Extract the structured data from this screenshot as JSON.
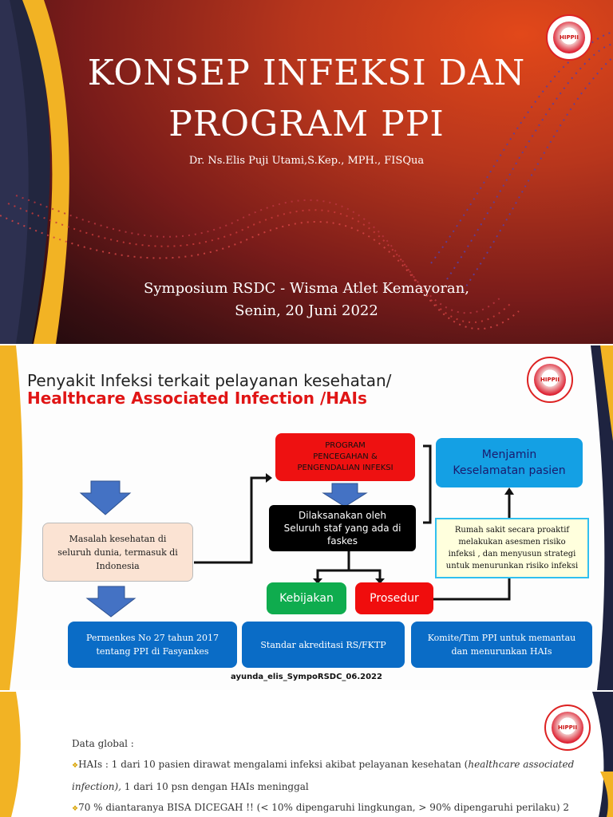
{
  "slide1": {
    "title_line1": "KONSEP INFEKSI DAN",
    "title_line2": "PROGRAM PPI",
    "author": "Dr. Ns.Elis Puji Utami,S.Kep., MPH., FISQua",
    "event_line1": "Symposium  RSDC - Wisma Atlet Kemayoran,",
    "event_line2": "Senin, 20  Juni 2022",
    "logo_text": "HIPPII"
  },
  "slide2": {
    "title_line1": "Penyakit Infeksi terkait pelayanan kesehatan/",
    "title_line2": "Healthcare Associated Infection /HAIs",
    "program_box": "PROGRAM\nPENCEGAHAN &\nPENGENDALIAN INFEKSI",
    "menjamin_box": "Menjamin\nKeselamatan pasien",
    "dilaksanakan_box": "Dilaksanakan oleh\nSeluruh staf yang ada di\nfaskes",
    "masalah_box": "Masalah kesehatan di\nseluruh  dunia, termasuk di\nIndonesia",
    "rumah_sakit_box": "Rumah sakit secara proaktif\nmelakukan asesmen risiko\ninfeksi , dan menyusun strategi\nuntuk menurunkan risiko infeksi",
    "kebijakan_box": "Kebijakan",
    "prosedur_box": "Prosedur",
    "bottom_boxes": [
      "Permenkes No 27 tahun 2017\ntentang PPI di Fasyankes",
      "Standar akreditasi RS/FKTP",
      "Komite/Tim PPI untuk memantau\ndan menurunkan HAIs"
    ],
    "caption": "ayunda_elis_SympoRSDC_06.2022",
    "logo_text": "HIPPII"
  },
  "slide3": {
    "heading": "Data global :",
    "bullet1_prefix": "HAIs :  1 dari 10 pasien dirawat mengalami infeksi akibat pelayanan kesehatan (",
    "bullet1_italic": "healthcare associated infection),",
    "bullet1_suffix": "  1 dari 10 psn dengan HAIs  meninggal",
    "bullet2": "70 % diantaranya BISA  DICEGAH !!  (< 10% dipengaruhi lingkungan, > 90% dipengaruhi  perilaku) 2",
    "logo_text": "HIPPII"
  },
  "colors": {
    "slide1_bg": "#8a2318",
    "accent_red": "#e01515",
    "box_blue": "#0a6cc6",
    "sky_blue": "#14a0e4",
    "green": "#0fac4e",
    "peach": "#fbe3d3",
    "stripe_yellow": "#f2b324",
    "stripe_navy": "#1e2340"
  }
}
